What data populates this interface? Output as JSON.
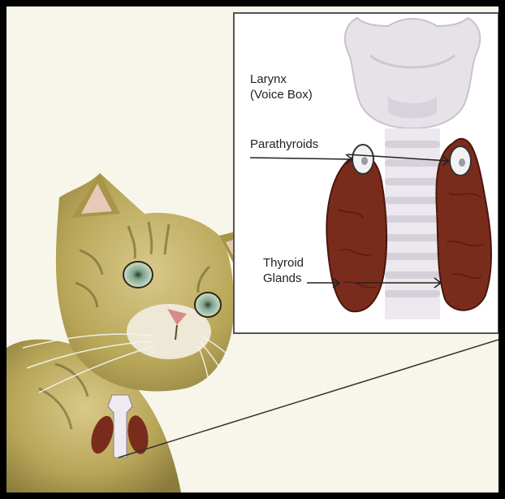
{
  "labels": {
    "larynx_line1": "Larynx",
    "larynx_line2": "(Voice Box)",
    "parathyroids": "Parathyroids",
    "thyroid_line1": "Thyroid",
    "thyroid_line2": "Glands"
  },
  "colors": {
    "frame": "#000000",
    "background": "#f8f6ea",
    "inset_border": "#555555",
    "larynx": "#e6e2e8",
    "thyroid": "#7a2c1c",
    "parathyroid": "#eeeeee",
    "cat_fur": "#b6a55a"
  }
}
